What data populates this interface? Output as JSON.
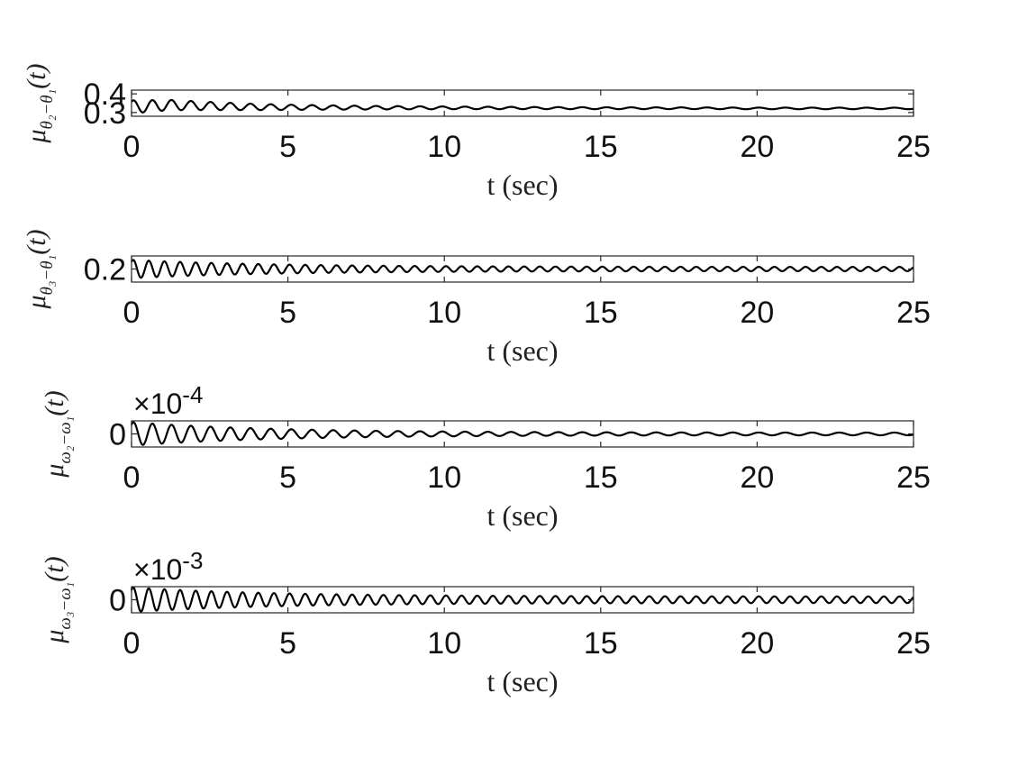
{
  "chart_data": [
    {
      "type": "line",
      "ylabel": {
        "base": "μ",
        "sub": "θ₂−θ₁",
        "arg": "(t)"
      },
      "xlabel": "t (sec)",
      "xlim": [
        0,
        25
      ],
      "ylim": [
        0.28,
        0.42
      ],
      "xticks": [
        0,
        5,
        10,
        15,
        20,
        25
      ],
      "xtick_labels": [
        "0",
        "5",
        "10",
        "15",
        "20",
        "25"
      ],
      "yticks": [
        0.3,
        0.4
      ],
      "ytick_labels": [
        "0.3",
        "0.4"
      ],
      "exponent_label": null,
      "grid": false,
      "series": [
        {
          "x": [
            0,
            1.2,
            2.5,
            3.8,
            5,
            7.5,
            10,
            12.5,
            15,
            17.5,
            20,
            22.5,
            25
          ],
          "y": [
            0.33,
            0.34,
            0.335,
            0.33,
            0.328,
            0.326,
            0.325,
            0.324,
            0.323,
            0.323,
            0.322,
            0.322,
            0.322
          ]
        }
      ],
      "oscillation": {
        "period_start": 0.6,
        "period_end": 0.9,
        "amp_start": 0.035,
        "amp_end": 0.004
      }
    },
    {
      "type": "line",
      "ylabel": {
        "base": "μ",
        "sub": "θ₃−θ₁",
        "arg": "(t)"
      },
      "xlabel": "t (sec)",
      "xlim": [
        0,
        25
      ],
      "ylim": [
        0.15,
        0.25
      ],
      "xticks": [
        0,
        5,
        10,
        15,
        20,
        25
      ],
      "xtick_labels": [
        "0",
        "5",
        "10",
        "15",
        "20",
        "25"
      ],
      "yticks": [
        0.2
      ],
      "ytick_labels": [
        "0.2"
      ],
      "exponent_label": null,
      "grid": false,
      "series": [
        {
          "x": [
            0,
            5,
            10,
            15,
            20,
            25
          ],
          "y": [
            0.2,
            0.2,
            0.2,
            0.2,
            0.2,
            0.2
          ]
        }
      ],
      "oscillation": {
        "period_start": 0.5,
        "period_end": 0.5,
        "amp_start": 0.035,
        "amp_end": 0.008
      }
    },
    {
      "type": "line",
      "ylabel": {
        "base": "μ",
        "sub": "ω₂−ω₁",
        "arg": "(t)"
      },
      "xlabel": "t (sec)",
      "xlim": [
        0,
        25
      ],
      "ylim": [
        -1,
        1
      ],
      "xticks": [
        0,
        5,
        10,
        15,
        20,
        25
      ],
      "xtick_labels": [
        "0",
        "5",
        "10",
        "15",
        "20",
        "25"
      ],
      "yticks": [
        0
      ],
      "ytick_labels": [
        "0"
      ],
      "exponent_label": {
        "base": "×10",
        "exp": "-4"
      },
      "grid": false,
      "series": [
        {
          "x": [
            0,
            5,
            10,
            15,
            20,
            25
          ],
          "y": [
            0,
            0,
            0,
            0,
            0,
            0
          ]
        }
      ],
      "oscillation": {
        "period_start": 0.6,
        "period_end": 0.9,
        "amp_start": 0.9,
        "amp_end": 0.1
      }
    },
    {
      "type": "line",
      "ylabel": {
        "base": "μ",
        "sub": "ω₃−ω₁",
        "arg": "(t)"
      },
      "xlabel": "t (sec)",
      "xlim": [
        0,
        25
      ],
      "ylim": [
        -1,
        1
      ],
      "xticks": [
        0,
        5,
        10,
        15,
        20,
        25
      ],
      "xtick_labels": [
        "0",
        "5",
        "10",
        "15",
        "20",
        "25"
      ],
      "yticks": [
        0
      ],
      "ytick_labels": [
        "0"
      ],
      "exponent_label": {
        "base": "×10",
        "exp": "-3"
      },
      "grid": false,
      "series": [
        {
          "x": [
            0,
            5,
            10,
            15,
            20,
            25
          ],
          "y": [
            0,
            0,
            0,
            0,
            0,
            0
          ]
        }
      ],
      "oscillation": {
        "period_start": 0.5,
        "period_end": 0.5,
        "amp_start": 0.95,
        "amp_end": 0.25
      }
    }
  ]
}
